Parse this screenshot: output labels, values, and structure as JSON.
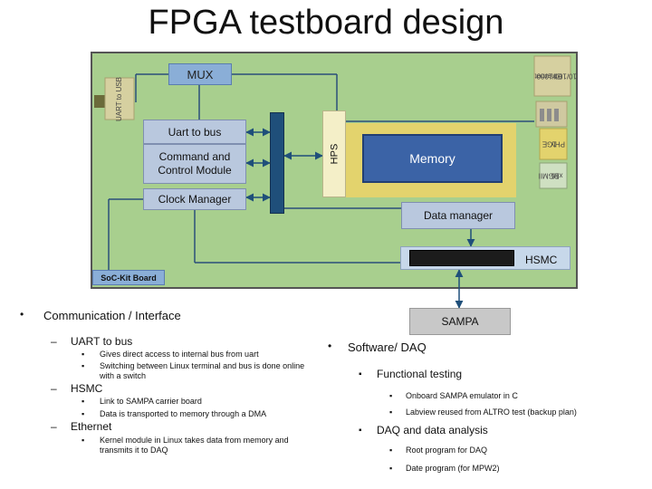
{
  "title": "FPGA testboard design",
  "diagram": {
    "mux": "MUX",
    "uart_to_bus": "Uart to bus",
    "command_control": [
      "Command and",
      "Control Module"
    ],
    "clock_manager": "Clock Manager",
    "hps": "HPS",
    "memory": "Memory",
    "data_manager": "Data manager",
    "hsmc": "HSMC",
    "soc_kit_board": "SoC-Kit Board",
    "sampa": "SAMPA",
    "uart_usb": "UART to USB",
    "ethernet": [
      "Ethernet",
      "10/100/1000"
    ],
    "phy": [
      "1GE",
      "PHY"
    ],
    "rgmii": [
      "RGMII",
      "x16"
    ]
  },
  "left_list": {
    "heading": "Communication / Interface",
    "sections": [
      {
        "title": "UART to bus",
        "items": [
          "Gives direct access to internal bus from uart",
          "Switching between Linux terminal and bus is done online",
          "with a switch"
        ]
      },
      {
        "title": "HSMC",
        "items": [
          "Link to SAMPA carrier board",
          "Data is transported to memory through a DMA"
        ]
      },
      {
        "title": "Ethernet",
        "items": [
          "Kernel module in Linux takes data from memory and",
          "transmits it to DAQ"
        ]
      }
    ]
  },
  "right_list": {
    "heading": "Software/ DAQ",
    "sections": [
      {
        "title": "Functional testing",
        "items": [
          "Onboard SAMPA emulator in C",
          "Labview reused from ALTRO test (backup plan)"
        ]
      },
      {
        "title": "DAQ and data analysis",
        "items": [
          "Root program for DAQ",
          "Date program (for MPW2)"
        ]
      }
    ]
  },
  "colors": {
    "board": "#a8cf8e",
    "mux": "#8aaed7",
    "module": "#b9c8de",
    "bus": "#1f4f7a",
    "memory": "#3b63a6",
    "highlight": "#e3d36d",
    "sampa": "#c8c8c8"
  }
}
